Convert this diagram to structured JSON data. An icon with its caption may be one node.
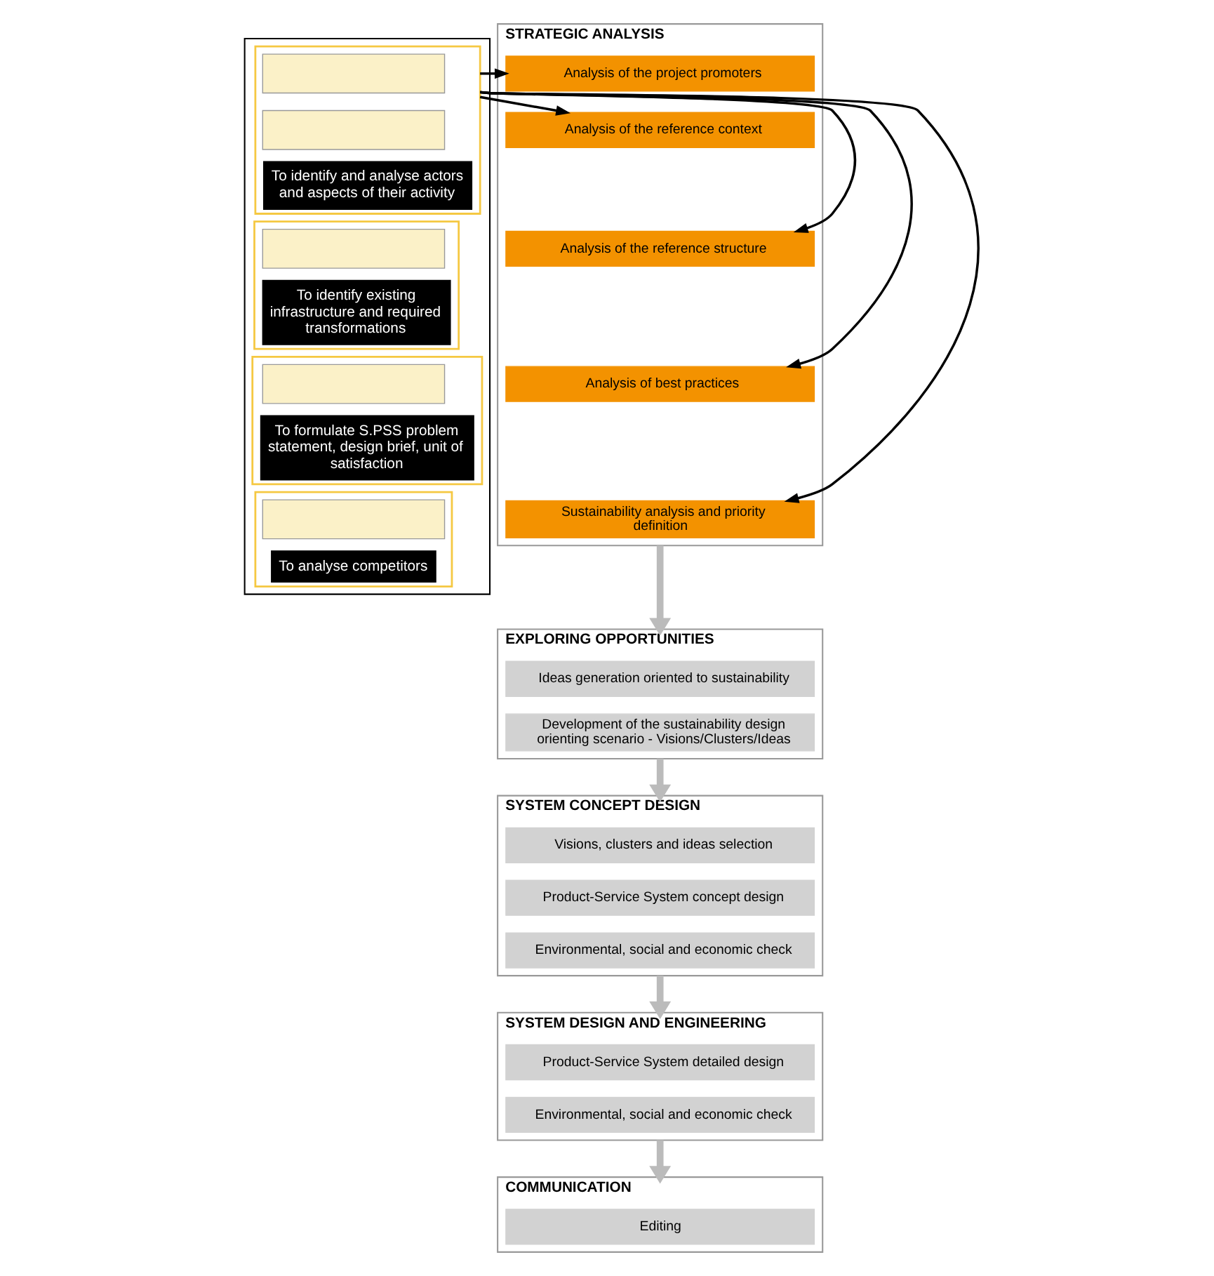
{
  "diagram": {
    "nodes": [
      {
        "text": [],
        "shape": "box"
      },
      {
        "text": [
          "To identify and analyse actors and aspects of their activity"
        ],
        "in": 0
      },
      {
        "text": [],
        "shape": "box",
        "in": 1
      },
      {
        "text": [],
        "shape": "box",
        "in": 1
      },
      {
        "text": [
          "To identify existing infrastructure and required transformations"
        ],
        "in": 0
      },
      {
        "text": [],
        "shape": "box",
        "in": 4
      },
      {
        "text": [
          "To formulate S.PSS problem statement, design brief, unit of satisfaction"
        ],
        "in": 0
      },
      {
        "text": [],
        "shape": "box",
        "in": 6
      },
      {
        "text": [
          "To analyse competitors"
        ],
        "in": 0
      },
      {
        "text": [],
        "shape": "box",
        "in": 8
      },
      {
        "text": [
          "STRATEGIC ANALYSIS"
        ]
      },
      {
        "text": [
          "Analysis of the project promoters"
        ],
        "in": 10
      },
      {
        "text": [
          "Analysis of the reference context"
        ],
        "in": 10
      },
      {
        "text": [
          "Analysis of the reference structure"
        ],
        "in": 10
      },
      {
        "text": [
          "Analysis of best practices"
        ],
        "in": 10
      },
      {
        "text": [
          "Sustainability analysis and priority definition"
        ],
        "in": 10
      },
      {
        "text": [
          "EXPLORING OPPORTUNITIES"
        ]
      },
      {
        "text": [
          "Ideas generation oriented to sustainability"
        ],
        "in": 16
      },
      {
        "text": [
          "Development of the sustainability design orienting scenario - Visions/Clusters/Ideas"
        ],
        "in": 16
      },
      {
        "text": [
          "SYSTEM CONCEPT DESIGN"
        ]
      },
      {
        "text": [
          "Visions, clusters and ideas selection"
        ],
        "in": 19
      },
      {
        "text": [
          "Product-Service System concept design"
        ],
        "in": 19
      },
      {
        "text": [
          "Environmental, social and economic check"
        ],
        "in": 19
      },
      {
        "text": [
          "SYSTEM DESIGN AND ENGINEERING"
        ]
      },
      {
        "text": [
          "Product-Service System detailed design"
        ],
        "in": 23
      },
      {
        "text": [
          "Environmental, social and economic check"
        ],
        "in": 23
      },
      {
        "text": [
          "COMMUNICATION"
        ]
      },
      {
        "text": [
          "Editing"
        ],
        "in": 26
      }
    ],
    "edges": [
      {
        "from": 1,
        "to": 11,
        "arrow": "to"
      },
      {
        "from": 1,
        "to": 12,
        "arrow": "to"
      },
      {
        "from": 1,
        "to": 13,
        "arrow": "to"
      },
      {
        "from": 1,
        "to": 14,
        "arrow": "to"
      },
      {
        "from": 1,
        "to": 15,
        "arrow": "to"
      },
      {
        "from": 10,
        "to": 16,
        "arrow": "to",
        "style": "thick",
        "color": "#bbbbbb"
      },
      {
        "from": 16,
        "to": 19,
        "arrow": "to",
        "style": "thick",
        "color": "#bbbbbb"
      },
      {
        "from": 19,
        "to": 23,
        "arrow": "to",
        "style": "thick",
        "color": "#bbbbbb"
      },
      {
        "from": 23,
        "to": 26,
        "arrow": "to",
        "style": "thick",
        "color": "#bbbbbb"
      }
    ]
  }
}
